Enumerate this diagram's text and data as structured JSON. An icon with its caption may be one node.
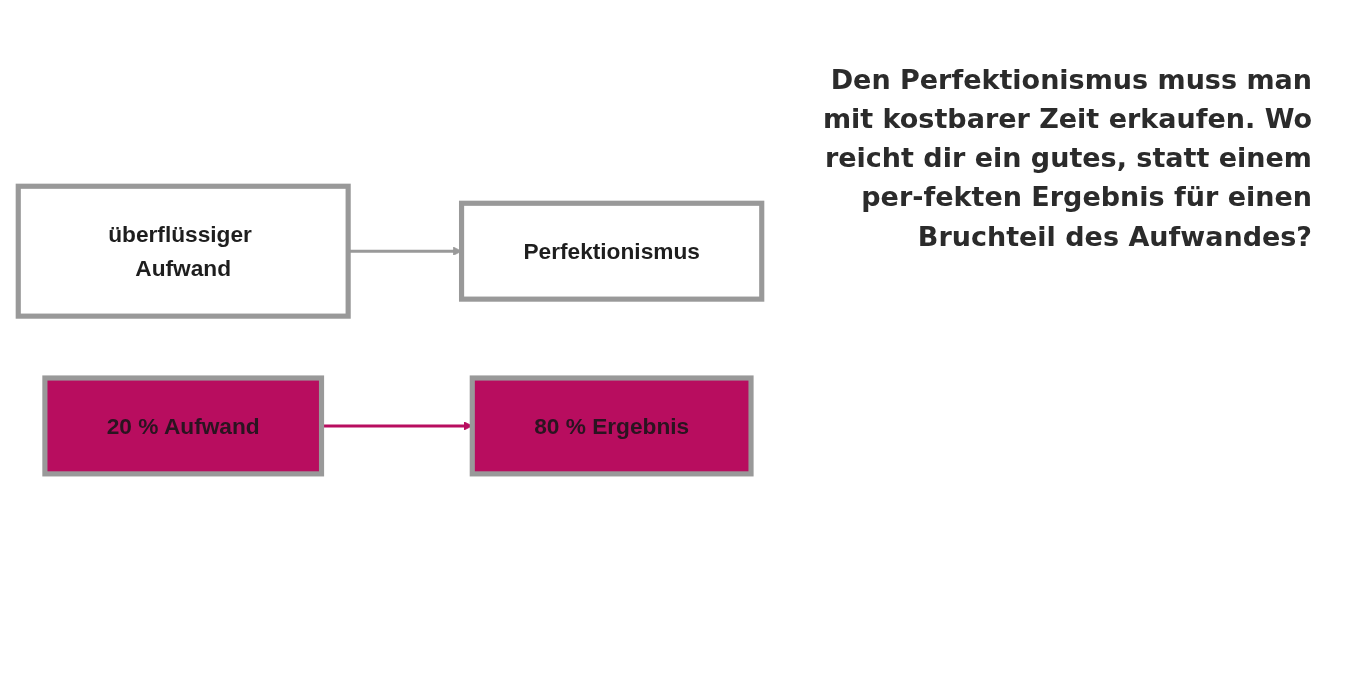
{
  "diagram": {
    "nodes": [
      {
        "text": [
          "überflüssiger Aufwand"
        ]
      },
      {
        "text": [
          "Perfektionismus"
        ]
      },
      {
        "text": [
          "20 % Aufwand"
        ]
      },
      {
        "text": [
          "80 % Ergebnis"
        ]
      }
    ],
    "edges": [
      {
        "from": 0,
        "to": 1,
        "arrow": "to"
      },
      {
        "from": 2,
        "to": 3,
        "arrow": "to",
        "color": "#b80d5f"
      }
    ],
    "labels": [
      "Den Perfektionismus muss man mit kostbarer Zeit erkaufen. Wo reicht dir ein gutes, statt einem per-fekten Ergebnis für einen Bruchteil des Aufwandes?"
    ]
  }
}
